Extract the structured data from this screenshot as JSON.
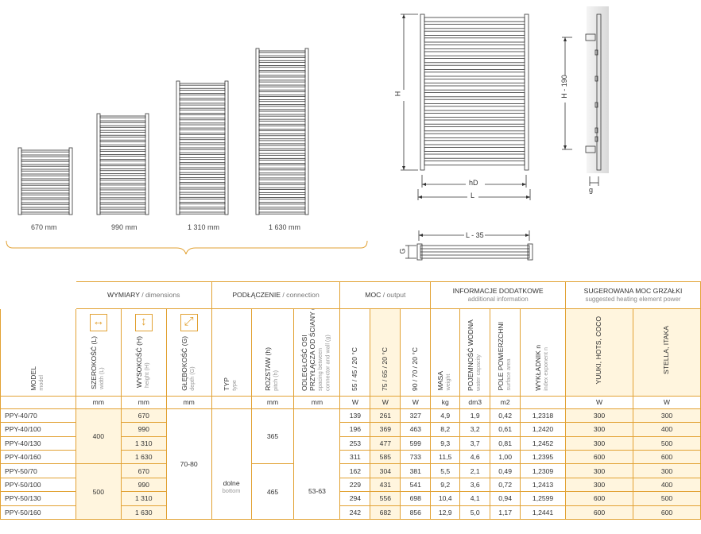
{
  "sizes": [
    "670 mm",
    "990 mm",
    "1 310 mm",
    "1 630 mm"
  ],
  "dims": {
    "H": "H",
    "hD": "hD",
    "L": "L",
    "H190": "H - 190",
    "g": "g",
    "G": "G",
    "L35": "L - 35"
  },
  "table": {
    "groups": {
      "wymiary": "WYMIARY",
      "wymiary_en": "/ dimensions",
      "podl": "PODŁĄCZENIE",
      "podl_en": "/ connection",
      "moc": "MOC",
      "moc_en": "/ output",
      "info": "INFORMACJE DODATKOWE",
      "info_en": "additional information",
      "sug": "SUGEROWANA MOC GRZAŁKI",
      "sug_en": "suggested heating element power"
    },
    "cols": {
      "model": "MODEL",
      "model_en": "model",
      "szer": "SZEROKOŚĆ (L)",
      "szer_en": "width (L)",
      "wys": "WYSOKOŚĆ (H)",
      "wys_en": "height (H)",
      "gleb": "GŁĘBOKOŚĆ (G)",
      "gleb_en": "depth (G)",
      "typ": "TYP",
      "typ_en": "type",
      "roz": "ROZSTAW (h)",
      "roz_en": "pitch (h)",
      "odl1": "ODLEGŁOŚĆ OSI",
      "odl2": "PRZYŁĄCZA OD ŚCIANY (g)",
      "odl_en1": "spacing between",
      "odl_en2": "connector and wall (g)",
      "m1": "55 / 45 / 20 °C",
      "m2": "75 / 65 / 20 °C",
      "m3": "90 / 70 / 20 °C",
      "masa": "MASA",
      "masa_en": "weight",
      "poj": "POJEMNOŚĆ WODNA",
      "poj_en": "water capacity",
      "pole": "POLE POWIERZCHNI",
      "pole_en": "surface area",
      "wyk": "WYKŁADNIK n",
      "wyk_en": "index exponent n",
      "yuuki": "YUUKI, HOTS, COCO",
      "stella": "STELLA, ITAKA"
    },
    "units": [
      "mm",
      "mm",
      "mm",
      "mm",
      "mm",
      "W",
      "W",
      "W",
      "kg",
      "dm3",
      "m2",
      "W",
      "W"
    ],
    "merged": {
      "w400": "400",
      "w500": "500",
      "depth": "70-80",
      "typ": "dolne",
      "typ_en": "bottom",
      "p365": "365",
      "p465": "465",
      "odl": "53-63"
    },
    "rows": [
      [
        "PPY-40/70",
        "670",
        "139",
        "261",
        "327",
        "4,9",
        "1,9",
        "0,42",
        "1,2318",
        "300",
        "300"
      ],
      [
        "PPY-40/100",
        "990",
        "196",
        "369",
        "463",
        "8,2",
        "3,2",
        "0,61",
        "1,2420",
        "300",
        "400"
      ],
      [
        "PPY-40/130",
        "1 310",
        "253",
        "477",
        "599",
        "9,3",
        "3,7",
        "0,81",
        "1,2452",
        "300",
        "500"
      ],
      [
        "PPY-40/160",
        "1 630",
        "311",
        "585",
        "733",
        "11,5",
        "4,6",
        "1,00",
        "1,2395",
        "600",
        "600"
      ],
      [
        "PPY-50/70",
        "670",
        "162",
        "304",
        "381",
        "5,5",
        "2,1",
        "0,49",
        "1,2309",
        "300",
        "300"
      ],
      [
        "PPY-50/100",
        "990",
        "229",
        "431",
        "541",
        "9,2",
        "3,6",
        "0,72",
        "1,2413",
        "300",
        "400"
      ],
      [
        "PPY-50/130",
        "1 310",
        "294",
        "556",
        "698",
        "10,4",
        "4,1",
        "0,94",
        "1,2599",
        "600",
        "500"
      ],
      [
        "PPY-50/160",
        "1 630",
        "242",
        "682",
        "856",
        "12,9",
        "5,0",
        "1,17",
        "1,2441",
        "600",
        "600"
      ]
    ]
  }
}
